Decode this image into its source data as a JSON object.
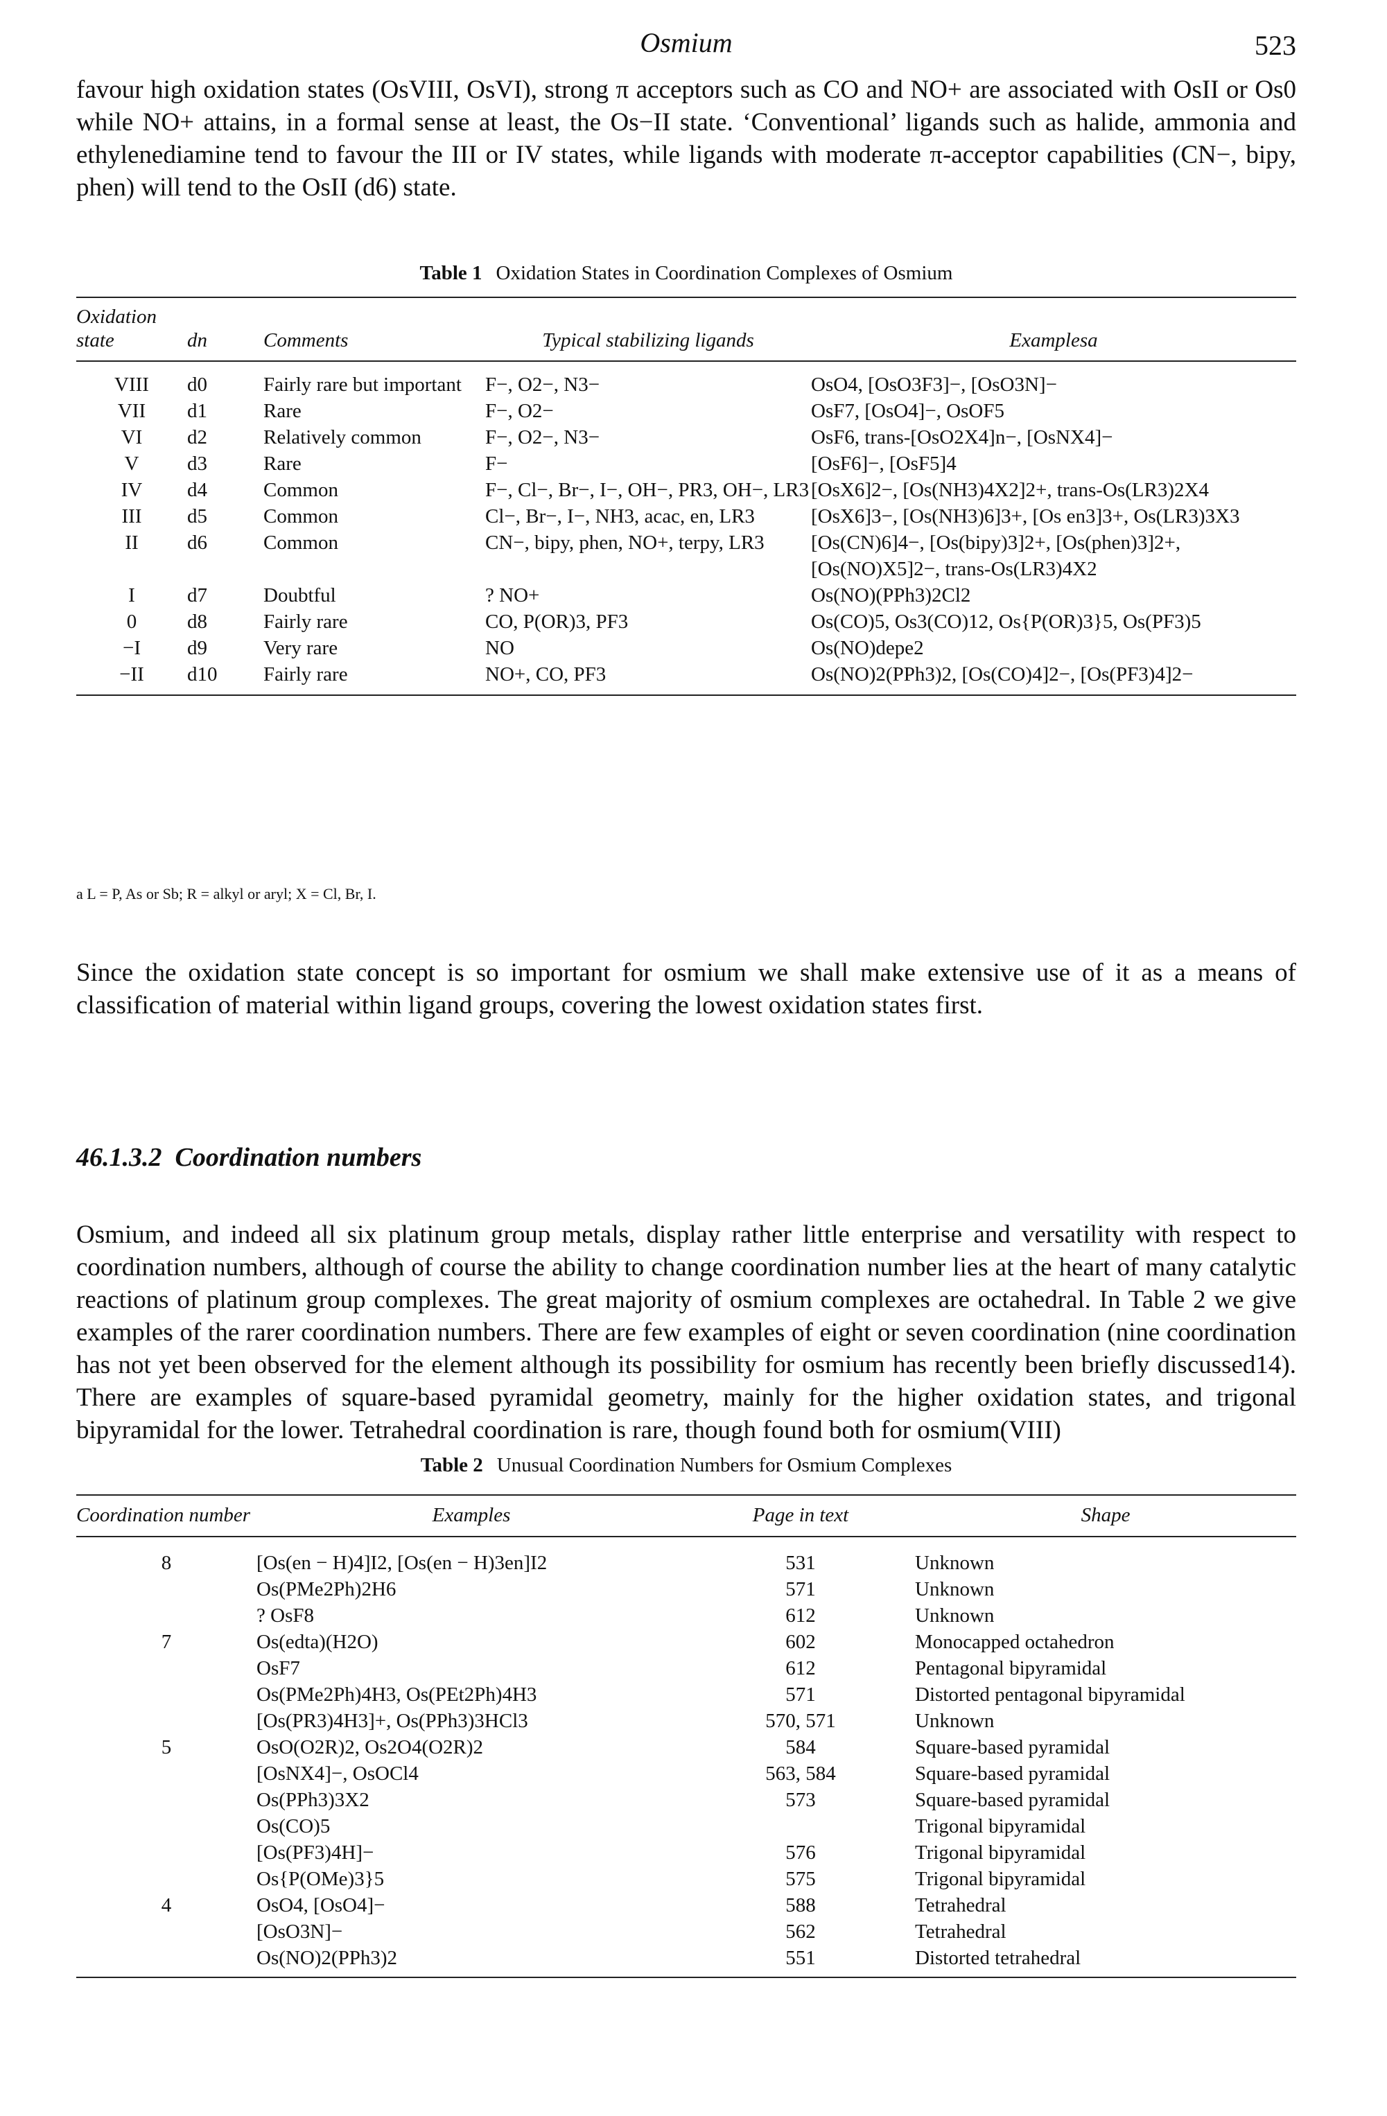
{
  "header": {
    "running_title": "Osmium",
    "page_number": "523"
  },
  "intro_paragraph": "favour high oxidation states (OsVIII, OsVI), strong π acceptors such as CO and NO+ are associated with OsII or Os0 while NO+ attains, in a formal sense at least, the Os−II state. ‘Conventional’ ligands such as halide, ammonia and ethylenediamine tend to favour the III or IV states, while ligands with moderate π-acceptor capabilities (CN−, bipy, phen) will tend to the OsII (d6) state.",
  "table1": {
    "label": "Table 1",
    "title": "Oxidation States in Coordination Complexes of Osmium",
    "headers": [
      "Oxidation state",
      "dn",
      "Comments",
      "Typical stabilizing ligands",
      "Examplesa"
    ],
    "rows": [
      [
        "VIII",
        "d0",
        "Fairly rare but important",
        "F−, O2−, N3−",
        "OsO4, [OsO3F3]−, [OsO3N]−"
      ],
      [
        "VII",
        "d1",
        "Rare",
        "F−, O2−",
        "OsF7, [OsO4]−, OsOF5"
      ],
      [
        "VI",
        "d2",
        "Relatively common",
        "F−, O2−, N3−",
        "OsF6, trans-[OsO2X4]n−, [OsNX4]−"
      ],
      [
        "V",
        "d3",
        "Rare",
        "F−",
        "[OsF6]−, [OsF5]4"
      ],
      [
        "IV",
        "d4",
        "Common",
        "F−, Cl−, Br−, I−, OH−, PR3, OH−, LR3",
        "[OsX6]2−, [Os(NH3)4X2]2+, trans-Os(LR3)2X4"
      ],
      [
        "III",
        "d5",
        "Common",
        "Cl−, Br−, I−, NH3, acac, en, LR3",
        "[OsX6]3−, [Os(NH3)6]3+, [Os en3]3+, Os(LR3)3X3"
      ],
      [
        "II",
        "d6",
        "Common",
        "CN−, bipy, phen, NO+, terpy, LR3",
        "[Os(CN)6]4−, [Os(bipy)3]2+, [Os(phen)3]2+, [Os(NO)X5]2−, trans-Os(LR3)4X2"
      ],
      [
        "I",
        "d7",
        "Doubtful",
        "? NO+",
        "Os(NO)(PPh3)2Cl2"
      ],
      [
        "0",
        "d8",
        "Fairly rare",
        "CO, P(OR)3, PF3",
        "Os(CO)5, Os3(CO)12, Os{P(OR)3}5, Os(PF3)5"
      ],
      [
        "−I",
        "d9",
        "Very rare",
        "NO",
        "Os(NO)depe2"
      ],
      [
        "−II",
        "d10",
        "Fairly rare",
        "NO+, CO, PF3",
        "Os(NO)2(PPh3)2, [Os(CO)4]2−, [Os(PF3)4]2−"
      ]
    ],
    "footnote": "a L = P, As or Sb; R = alkyl or aryl; X = Cl, Br, I."
  },
  "since_paragraph": "Since the oxidation state concept is so important for osmium we shall make extensive use of it as a means of classification of material within ligand groups, covering the lowest oxidation states first.",
  "section": {
    "number": "46.1.3.2",
    "title": "Coordination numbers"
  },
  "coord_paragraph": "Osmium, and indeed all six platinum group metals, display rather little enterprise and versatility with respect to coordination numbers, although of course the ability to change coordination number lies at the heart of many catalytic reactions of platinum group complexes. The great majority of osmium complexes are octahedral. In Table 2 we give examples of the rarer coordination numbers. There are few examples of eight or seven coordination (nine coordination has not yet been observed for the element although its possibility for osmium has recently been briefly discussed14). There are examples of square-based pyramidal geometry, mainly for the higher oxidation states, and trigonal bipyramidal for the lower. Tetrahedral coordination is rare, though found both for osmium(VIII)",
  "table2": {
    "label": "Table 2",
    "title": "Unusual Coordination Numbers for Osmium Complexes",
    "headers": [
      "Coordination number",
      "Examples",
      "Page in text",
      "Shape"
    ],
    "rows": [
      [
        "8",
        "[Os(en − H)4]I2, [Os(en − H)3en]I2",
        "531",
        "Unknown"
      ],
      [
        "",
        "Os(PMe2Ph)2H6",
        "571",
        "Unknown"
      ],
      [
        "",
        "? OsF8",
        "612",
        "Unknown"
      ],
      [
        "7",
        "Os(edta)(H2O)",
        "602",
        "Monocapped octahedron"
      ],
      [
        "",
        "OsF7",
        "612",
        "Pentagonal bipyramidal"
      ],
      [
        "",
        "Os(PMe2Ph)4H3, Os(PEt2Ph)4H3",
        "571",
        "Distorted pentagonal bipyramidal"
      ],
      [
        "",
        "[Os(PR3)4H3]+, Os(PPh3)3HCl3",
        "570, 571",
        "Unknown"
      ],
      [
        "5",
        "OsO(O2R)2, Os2O4(O2R)2",
        "584",
        "Square-based pyramidal"
      ],
      [
        "",
        "[OsNX4]−, OsOCl4",
        "563, 584",
        "Square-based pyramidal"
      ],
      [
        "",
        "Os(PPh3)3X2",
        "573",
        "Square-based pyramidal"
      ],
      [
        "",
        "Os(CO)5",
        "",
        "Trigonal bipyramidal"
      ],
      [
        "",
        "[Os(PF3)4H]−",
        "576",
        "Trigonal bipyramidal"
      ],
      [
        "",
        "Os{P(OMe)3}5",
        "575",
        "Trigonal bipyramidal"
      ],
      [
        "4",
        "OsO4, [OsO4]−",
        "588",
        "Tetrahedral"
      ],
      [
        "",
        "[OsO3N]−",
        "562",
        "Tetrahedral"
      ],
      [
        "",
        "Os(NO)2(PPh3)2",
        "551",
        "Distorted tetrahedral"
      ]
    ]
  }
}
